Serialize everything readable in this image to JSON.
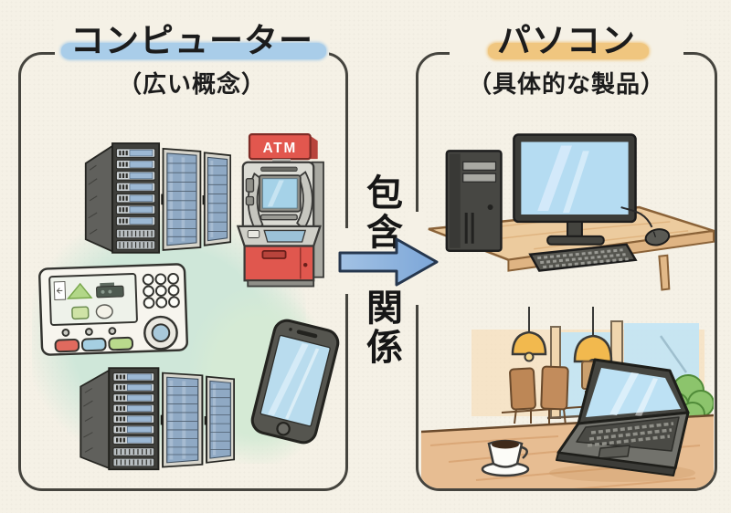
{
  "paper_color": "#f5f1e6",
  "panel_border_color": "#45443e",
  "left_panel": {
    "title": "コンピューター",
    "title_highlight_color": "#a9cde9",
    "subtitle": "（広い概念）",
    "atm_label": "ATM",
    "background_blob_color": "#cfe7d9",
    "illustrations": [
      "server-rack-cluster",
      "atm-machine",
      "industrial-control-panel",
      "server-rack-cluster",
      "smartphone"
    ]
  },
  "relation": {
    "word_top": "包含",
    "word_bottom": "関係",
    "arrow_color": "#86aedd",
    "arrow_direction": "right"
  },
  "right_panel": {
    "title": "パソコン",
    "title_highlight_color": "#f0c67f",
    "subtitle": "（具体的な製品）",
    "illustrations": [
      "desktop-pc-on-desk",
      "laptop-in-cafe"
    ]
  }
}
